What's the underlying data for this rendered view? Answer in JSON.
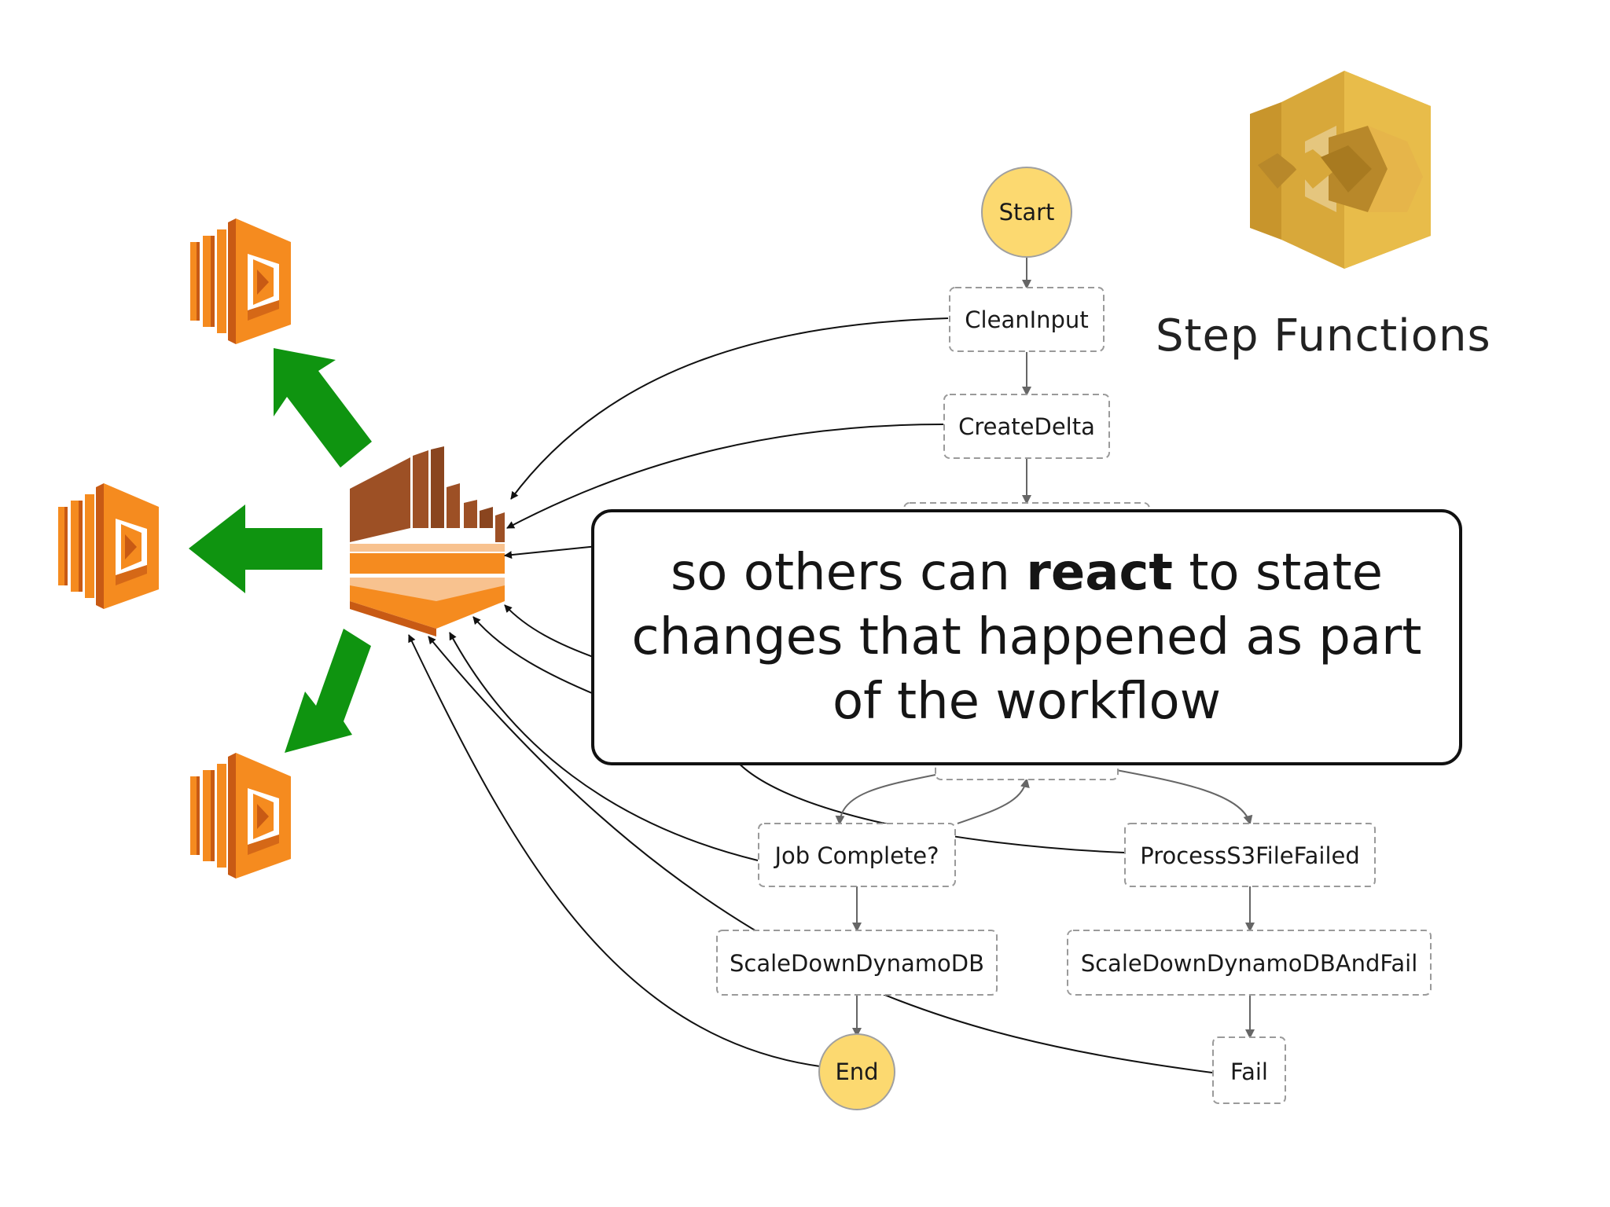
{
  "workflow": {
    "title": "Step Functions",
    "states": {
      "start": "Start",
      "clean_input": "CleanInput",
      "create_delta": "CreateDelta",
      "job_complete": "Job Complete?",
      "process_failed": "ProcessS3FileFailed",
      "scale_down": "ScaleDownDynamoDB",
      "scale_down_fail": "ScaleDownDynamoDBAndFail",
      "end": "End",
      "fail": "Fail"
    }
  },
  "overlay": {
    "before": "so others can ",
    "emphasis": "react",
    "after": " to state changes that happened as part of the workflow"
  },
  "colors": {
    "lambda_orange": "#f58b1f",
    "lambda_dark": "#c85a14",
    "eventbridge_brown": "#9d5025",
    "eventbridge_orange": "#f58b1f",
    "eventbridge_light": "#f8c28f",
    "arrow_green": "#0f9410",
    "step_functions_gold": "#d8a83a",
    "start_end_fill": "#fcd970",
    "dashed_border": "#9a9a9a"
  },
  "icons": [
    "lambda-icon",
    "eventbridge-icon",
    "step-functions-icon",
    "green-arrow-icon"
  ]
}
